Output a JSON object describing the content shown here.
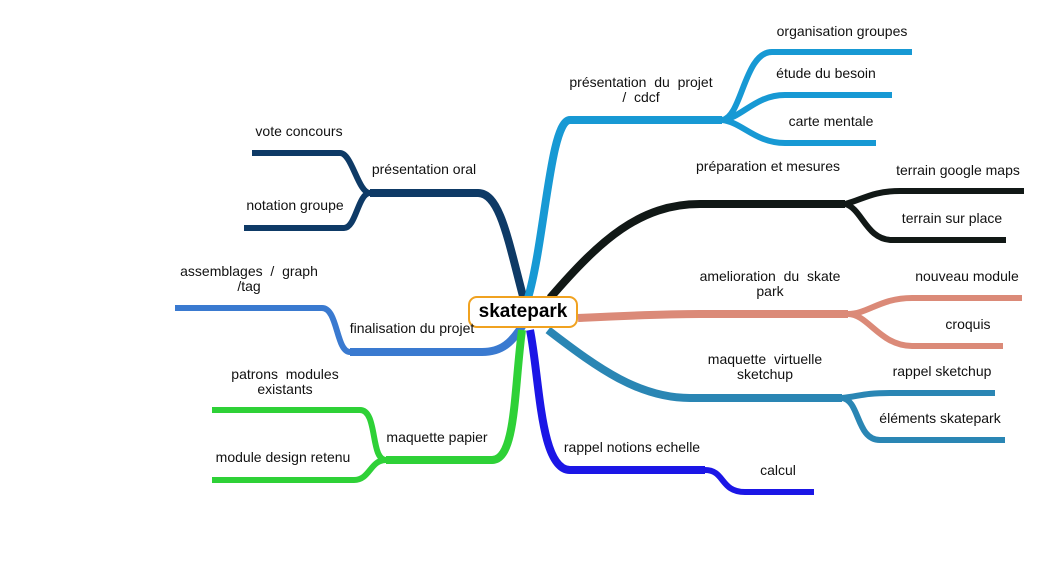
{
  "root": {
    "label": "skatepark",
    "border_color": "#f0a220"
  },
  "branches": [
    {
      "id": "presentation-oral",
      "label": "présentation oral",
      "color": "#0e3a66",
      "children": [
        "vote concours",
        "notation groupe"
      ]
    },
    {
      "id": "finalisation",
      "label": "finalisation du projet",
      "color": "#3a7ad0",
      "children": [
        "assemblages  /  graph\n/tag"
      ]
    },
    {
      "id": "maquette-papier",
      "label": "maquette papier",
      "color": "#2ed137",
      "children": [
        "patrons  modules\nexistants",
        "module design retenu"
      ]
    },
    {
      "id": "presentation-projet",
      "label": "présentation  du  projet\n/  cdcf",
      "color": "#1799d4",
      "children": [
        "organisation groupes",
        "étude du besoin",
        "carte mentale"
      ]
    },
    {
      "id": "preparation",
      "label": "préparation et mesures",
      "color": "#111816",
      "children": [
        "terrain google maps",
        "terrain sur place"
      ]
    },
    {
      "id": "amelioration",
      "label": "amelioration  du  skate\npark",
      "color": "#db8a78",
      "children": [
        "nouveau module",
        "croquis"
      ]
    },
    {
      "id": "maquette-virtuelle",
      "label": "maquette  virtuelle\nsketchup",
      "color": "#2a86b4",
      "children": [
        "rappel sketchup",
        "éléments skatepark"
      ]
    },
    {
      "id": "rappel-echelle",
      "label": "rappel notions echelle",
      "color": "#1b16e6",
      "children": [
        "calcul"
      ]
    }
  ]
}
